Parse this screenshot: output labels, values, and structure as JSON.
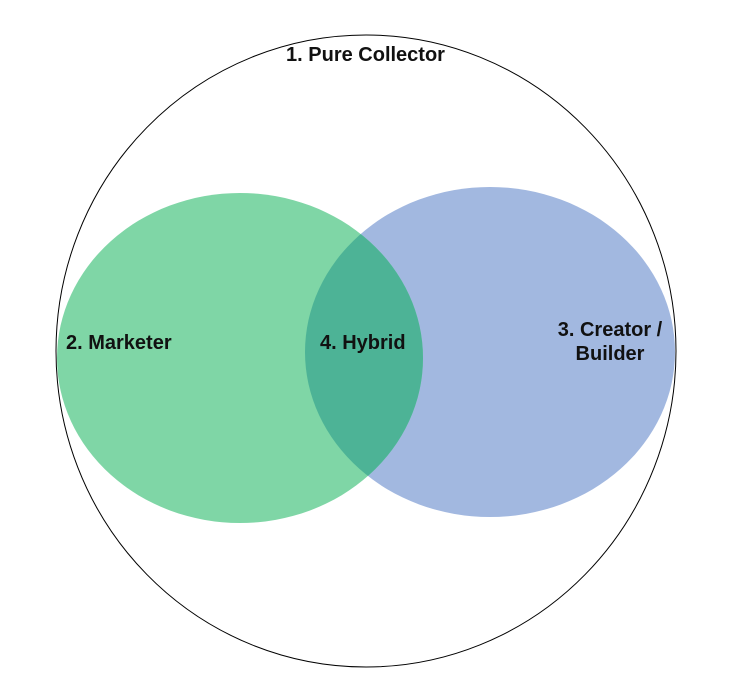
{
  "diagram": {
    "type": "venn",
    "outer_set": {
      "label": "1. Pure Collector",
      "fill": "#ffffff",
      "stroke": "#000000"
    },
    "left_set": {
      "label": "2. Marketer",
      "fill": "#7fd6a6"
    },
    "right_set": {
      "label_line1": "3. Creator /",
      "label_line2": "Builder",
      "fill": "#a2b8e0"
    },
    "overlap": {
      "label": "4. Hybrid",
      "fill": "#4db396"
    }
  }
}
